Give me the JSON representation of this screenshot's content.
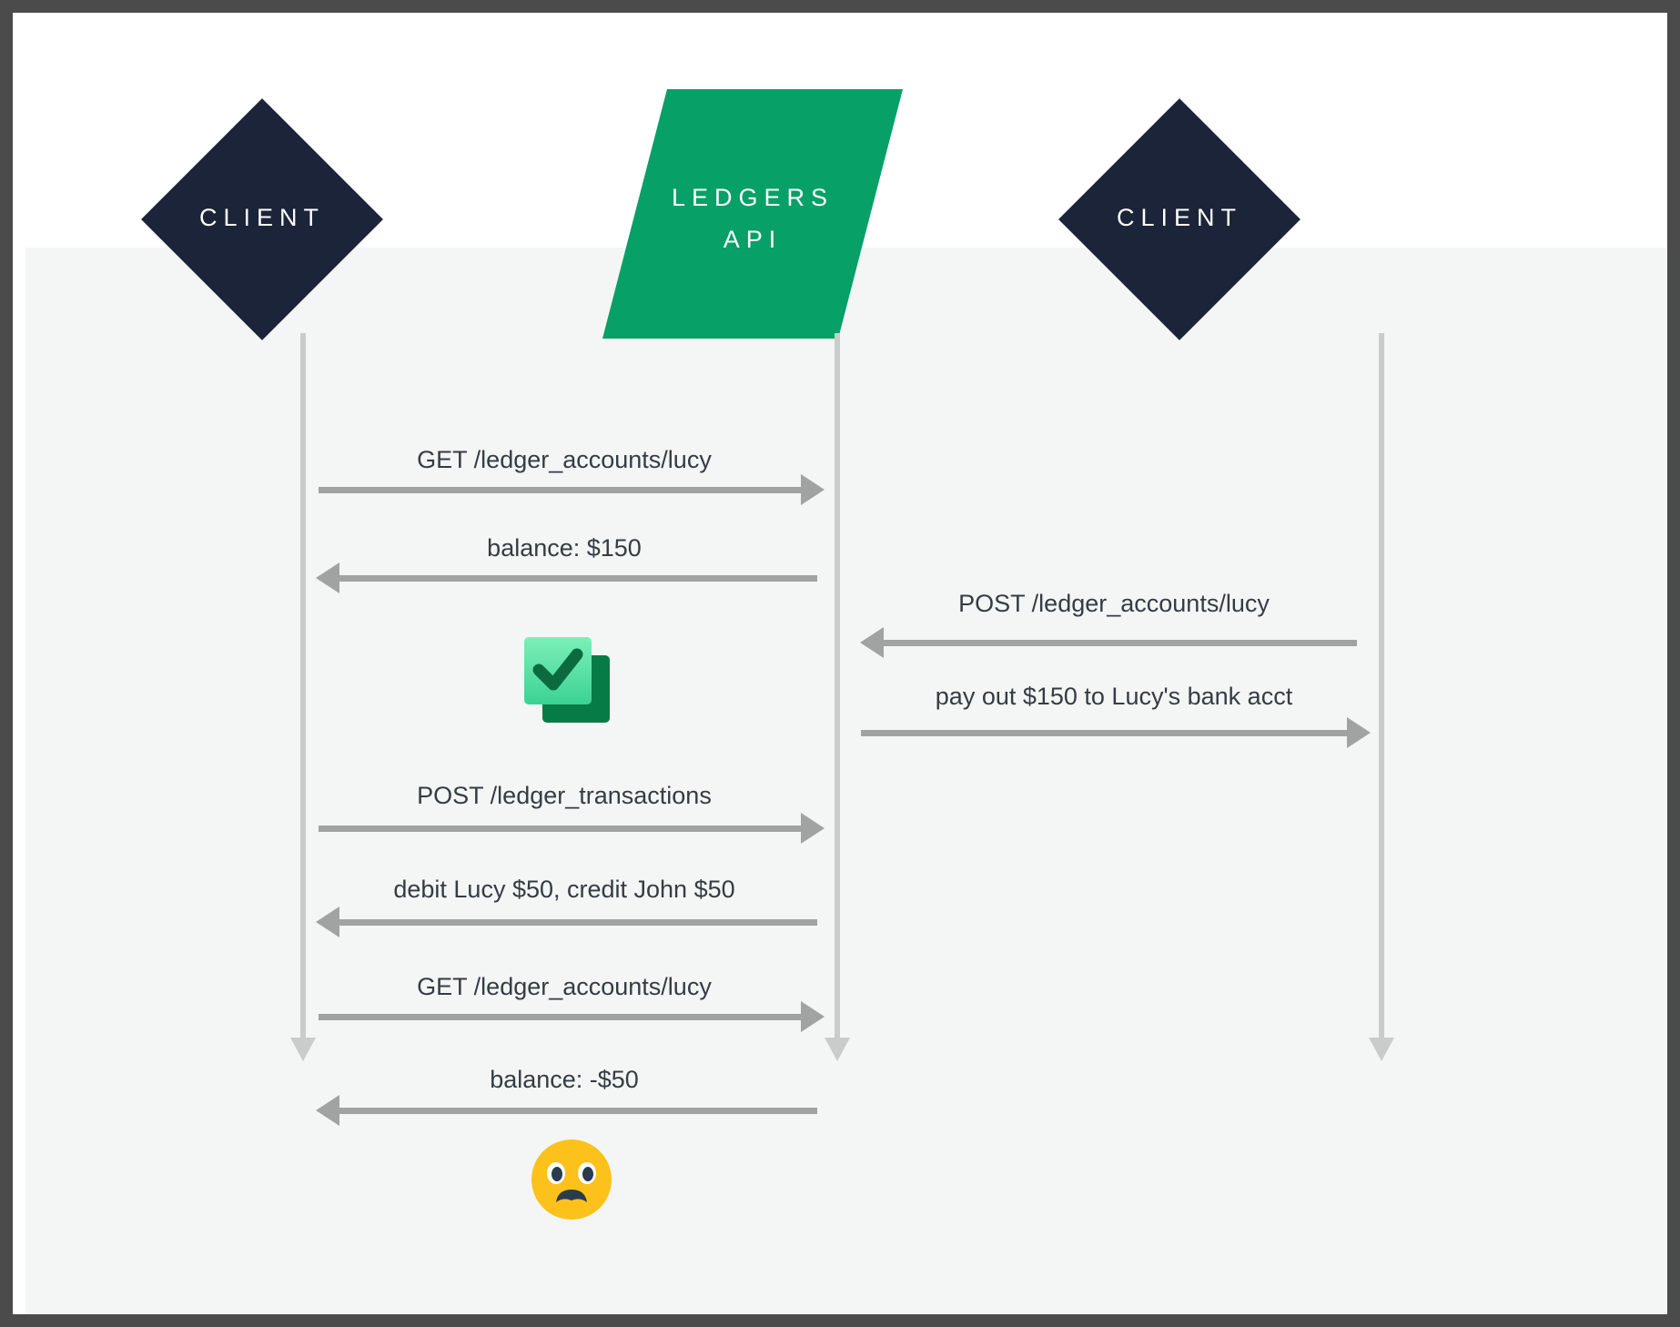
{
  "diagram": {
    "type": "sequence-diagram",
    "title": "",
    "colors": {
      "actor_dark": "#1b2438",
      "api_green": "#07A067",
      "lifeline_gray": "#c9cccb",
      "arrow_gray": "#a0a3a2",
      "text_dark": "#353c43",
      "background": "#f4f6f5",
      "page_background": "#ffffff",
      "frame": "#4b4b4b"
    },
    "actors": [
      {
        "id": "client-left",
        "label": "CLIENT",
        "shape": "diamond"
      },
      {
        "id": "ledgers-api",
        "label": "LEDGERS API",
        "label_line1": "LEDGERS",
        "label_line2": "API",
        "shape": "parallelogram"
      },
      {
        "id": "client-right",
        "label": "CLIENT",
        "shape": "diamond"
      }
    ],
    "messages": [
      {
        "id": "m1",
        "text": "GET /ledger_accounts/lucy",
        "from": "client-left",
        "to": "ledgers-api",
        "direction": "right"
      },
      {
        "id": "m2",
        "text": "balance: $150",
        "from": "ledgers-api",
        "to": "client-left",
        "direction": "left"
      },
      {
        "id": "m3",
        "text": "POST /ledger_accounts/lucy",
        "from": "client-right",
        "to": "ledgers-api",
        "direction": "left"
      },
      {
        "id": "m4",
        "text": "pay out $150 to Lucy's bank acct",
        "from": "ledgers-api",
        "to": "client-right",
        "direction": "right"
      },
      {
        "id": "m5",
        "text": "POST /ledger_transactions",
        "from": "client-left",
        "to": "ledgers-api",
        "direction": "right"
      },
      {
        "id": "m6",
        "text": "debit Lucy $50, credit John $50",
        "from": "ledgers-api",
        "to": "client-left",
        "direction": "left"
      },
      {
        "id": "m7",
        "text": "GET /ledger_accounts/lucy",
        "from": "client-left",
        "to": "ledgers-api",
        "direction": "right"
      },
      {
        "id": "m8",
        "text": "balance: -$50",
        "from": "ledgers-api",
        "to": "client-left",
        "direction": "left"
      }
    ],
    "annotations": [
      {
        "id": "a1",
        "icon": "check-mark-icon",
        "glyph": "✅",
        "meaning": "success"
      },
      {
        "id": "a2",
        "icon": "anguished-face-icon",
        "glyph": "😦",
        "meaning": "surprise"
      }
    ]
  }
}
